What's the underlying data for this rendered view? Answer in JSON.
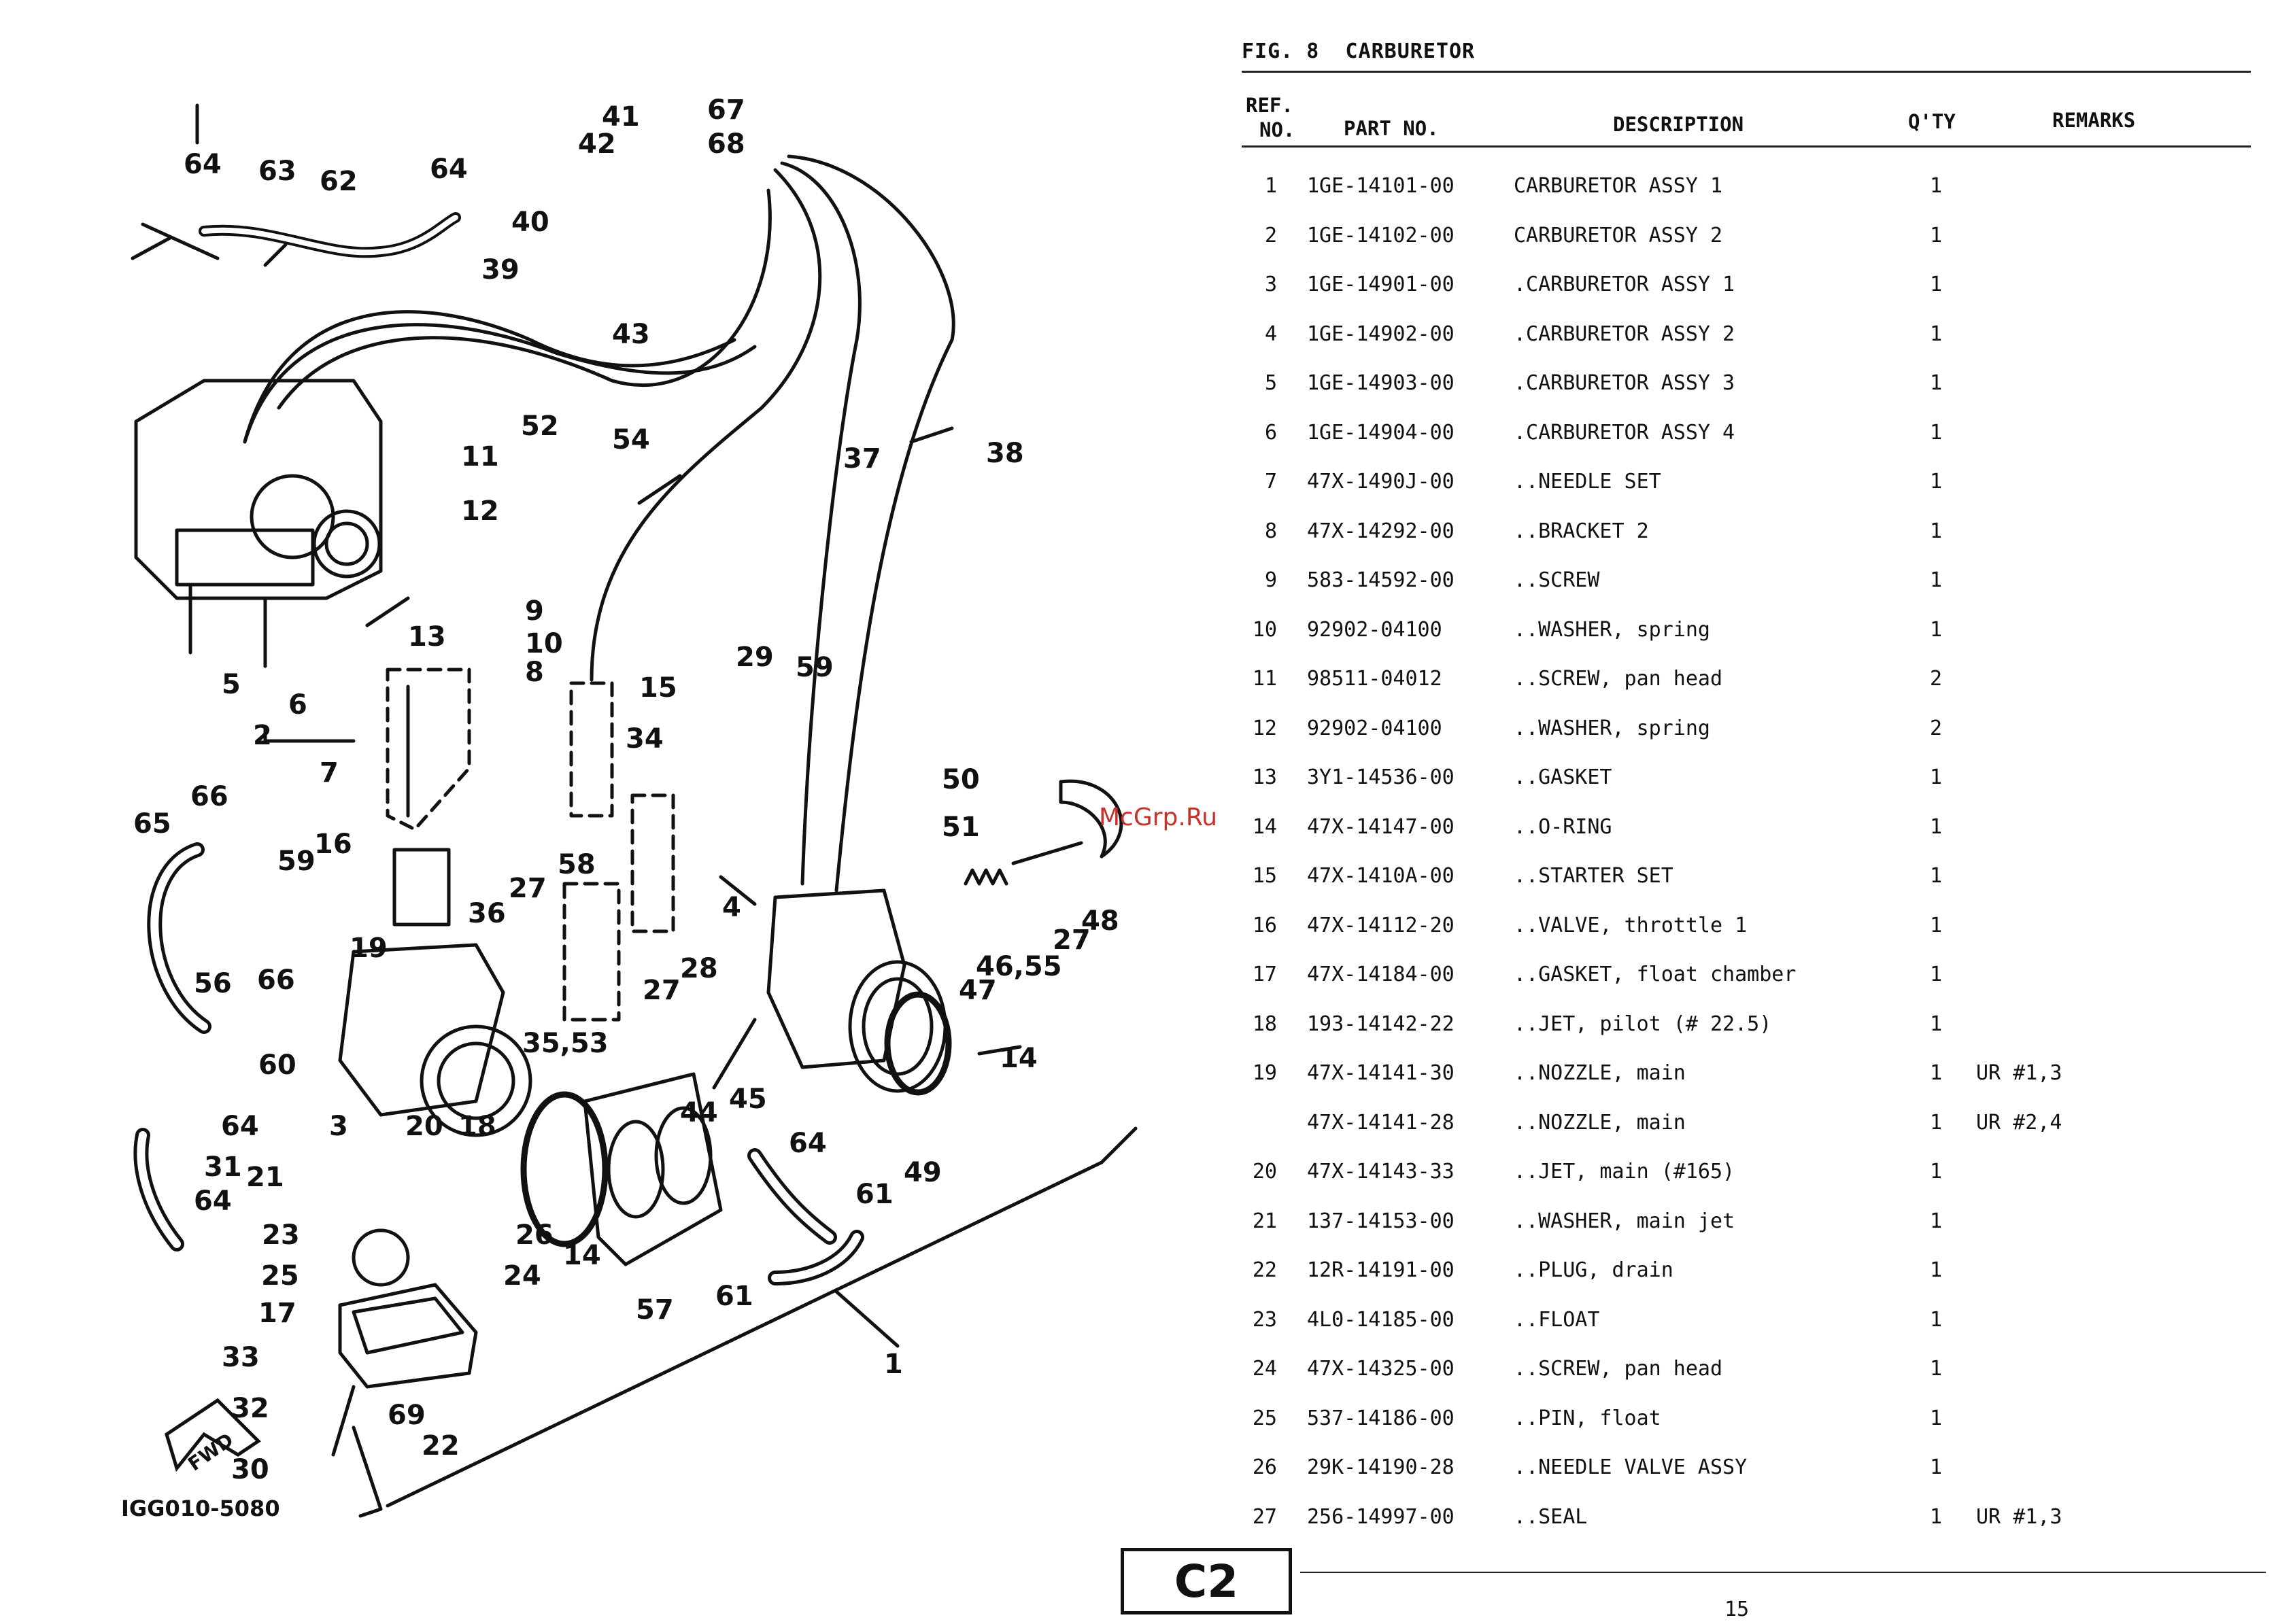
{
  "figure": {
    "number": "FIG.  8",
    "title": "CARBURETOR",
    "diagram_code": "IGG010-5080"
  },
  "columns": {
    "ref_line1": "REF.",
    "ref_line2": "NO.",
    "part_no": "PART NO.",
    "description": "DESCRIPTION",
    "qty": "Q'TY",
    "remarks": "REMARKS"
  },
  "rows": [
    {
      "ref": "1",
      "part": "1GE-14101-00",
      "desc": "CARBURETOR ASSY 1",
      "qty": "1",
      "rem": ""
    },
    {
      "ref": "2",
      "part": "1GE-14102-00",
      "desc": "CARBURETOR ASSY 2",
      "qty": "1",
      "rem": ""
    },
    {
      "ref": "3",
      "part": "1GE-14901-00",
      "desc": ".CARBURETOR ASSY 1",
      "qty": "1",
      "rem": ""
    },
    {
      "ref": "4",
      "part": "1GE-14902-00",
      "desc": ".CARBURETOR ASSY 2",
      "qty": "1",
      "rem": ""
    },
    {
      "ref": "5",
      "part": "1GE-14903-00",
      "desc": ".CARBURETOR ASSY 3",
      "qty": "1",
      "rem": ""
    },
    {
      "ref": "6",
      "part": "1GE-14904-00",
      "desc": ".CARBURETOR ASSY 4",
      "qty": "1",
      "rem": ""
    },
    {
      "ref": "7",
      "part": "47X-1490J-00",
      "desc": "..NEEDLE SET",
      "qty": "1",
      "rem": ""
    },
    {
      "ref": "8",
      "part": "47X-14292-00",
      "desc": "..BRACKET 2",
      "qty": "1",
      "rem": ""
    },
    {
      "ref": "9",
      "part": "583-14592-00",
      "desc": "..SCREW",
      "qty": "1",
      "rem": ""
    },
    {
      "ref": "10",
      "part": "92902-04100",
      "desc": "..WASHER, spring",
      "qty": "1",
      "rem": ""
    },
    {
      "ref": "11",
      "part": "98511-04012",
      "desc": "..SCREW, pan head",
      "qty": "2",
      "rem": ""
    },
    {
      "ref": "12",
      "part": "92902-04100",
      "desc": "..WASHER, spring",
      "qty": "2",
      "rem": ""
    },
    {
      "ref": "13",
      "part": "3Y1-14536-00",
      "desc": "..GASKET",
      "qty": "1",
      "rem": ""
    },
    {
      "ref": "14",
      "part": "47X-14147-00",
      "desc": "..O-RING",
      "qty": "1",
      "rem": ""
    },
    {
      "ref": "15",
      "part": "47X-1410A-00",
      "desc": "..STARTER SET",
      "qty": "1",
      "rem": ""
    },
    {
      "ref": "16",
      "part": "47X-14112-20",
      "desc": "..VALVE, throttle 1",
      "qty": "1",
      "rem": ""
    },
    {
      "ref": "17",
      "part": "47X-14184-00",
      "desc": "..GASKET, float chamber",
      "qty": "1",
      "rem": ""
    },
    {
      "ref": "18",
      "part": "193-14142-22",
      "desc": "..JET, pilot (# 22.5)",
      "qty": "1",
      "rem": ""
    },
    {
      "ref": "19",
      "part": "47X-14141-30",
      "desc": "..NOZZLE, main",
      "qty": "1",
      "rem": "UR #1,3"
    },
    {
      "ref": "",
      "part": "47X-14141-28",
      "desc": "..NOZZLE, main",
      "qty": "1",
      "rem": "UR #2,4"
    },
    {
      "ref": "20",
      "part": "47X-14143-33",
      "desc": "..JET, main (#165)",
      "qty": "1",
      "rem": ""
    },
    {
      "ref": "21",
      "part": "137-14153-00",
      "desc": "..WASHER, main jet",
      "qty": "1",
      "rem": ""
    },
    {
      "ref": "22",
      "part": "12R-14191-00",
      "desc": "..PLUG, drain",
      "qty": "1",
      "rem": ""
    },
    {
      "ref": "23",
      "part": "4L0-14185-00",
      "desc": "..FLOAT",
      "qty": "1",
      "rem": ""
    },
    {
      "ref": "24",
      "part": "47X-14325-00",
      "desc": "..SCREW, pan head",
      "qty": "1",
      "rem": ""
    },
    {
      "ref": "25",
      "part": "537-14186-00",
      "desc": "..PIN, float",
      "qty": "1",
      "rem": ""
    },
    {
      "ref": "26",
      "part": "29K-14190-28",
      "desc": "..NEEDLE VALVE ASSY",
      "qty": "1",
      "rem": ""
    },
    {
      "ref": "27",
      "part": "256-14997-00",
      "desc": "..SEAL",
      "qty": "1",
      "rem": "UR #1,3"
    }
  ],
  "callouts": [
    "41",
    "67",
    "42",
    "68",
    "64",
    "63",
    "62",
    "64",
    "40",
    "39",
    "43",
    "52",
    "54",
    "37",
    "38",
    "11",
    "12",
    "13",
    "9",
    "10",
    "8",
    "5",
    "6",
    "2",
    "7",
    "15",
    "34",
    "29",
    "59",
    "50",
    "51",
    "66",
    "65",
    "16",
    "59",
    "58",
    "27",
    "4",
    "48",
    "27",
    "19",
    "36",
    "46,55",
    "47",
    "28",
    "27",
    "56",
    "66",
    "35,53",
    "14",
    "60",
    "44",
    "45",
    "64",
    "3",
    "64",
    "49",
    "61",
    "31",
    "18",
    "21",
    "20",
    "64",
    "26",
    "23",
    "14",
    "25",
    "24",
    "17",
    "57",
    "61",
    "1",
    "33",
    "32",
    "69",
    "22",
    "30"
  ],
  "fwd_label": "FWD",
  "footer": {
    "section_box": "C2",
    "page_number": "15"
  },
  "watermark": "McGrp.Ru"
}
